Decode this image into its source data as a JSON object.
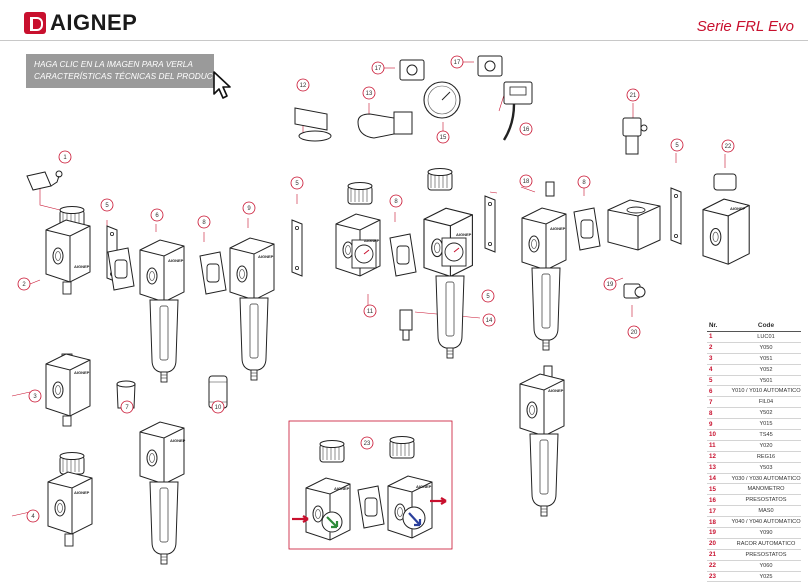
{
  "brand": {
    "name": "AIGNEP",
    "accent": "#c8102e"
  },
  "header": {
    "series": "Serie FRL Evo"
  },
  "banner": {
    "line1": "HAGA CLIC EN LA IMAGEN PARA VERLA",
    "line2": "CARACTERÍSTICAS TÉCNICAS DEL PRODUCTO",
    "icon": "cursor-arrow-icon"
  },
  "part_labels": [
    "1",
    "2",
    "3",
    "4",
    "5",
    "6",
    "7",
    "8",
    "9",
    "10",
    "11",
    "12",
    "13",
    "14",
    "15",
    "16",
    "17",
    "18",
    "19",
    "20",
    "21",
    "22",
    "23"
  ],
  "product_mark": "AIGNEP",
  "table": {
    "headers": {
      "nr": "Nr.",
      "code": "Code"
    },
    "rows": [
      {
        "nr": "1",
        "code": "LUC01"
      },
      {
        "nr": "2",
        "code": "Y050"
      },
      {
        "nr": "3",
        "code": "Y051"
      },
      {
        "nr": "4",
        "code": "Y052"
      },
      {
        "nr": "5",
        "code": "Y501"
      },
      {
        "nr": "6",
        "code": "Y010 / Y010 AUTOMÁTICO"
      },
      {
        "nr": "7",
        "code": "FIL04"
      },
      {
        "nr": "8",
        "code": "Y502"
      },
      {
        "nr": "9",
        "code": "Y015"
      },
      {
        "nr": "10",
        "code": "TS45"
      },
      {
        "nr": "11",
        "code": "Y020"
      },
      {
        "nr": "12",
        "code": "REG16"
      },
      {
        "nr": "13",
        "code": "Y503"
      },
      {
        "nr": "14",
        "code": "Y030 / Y030 AUTOMÁTICO"
      },
      {
        "nr": "15",
        "code": "MANÓMETRO"
      },
      {
        "nr": "16",
        "code": "PRESOSTATOS"
      },
      {
        "nr": "17",
        "code": "MAS0"
      },
      {
        "nr": "18",
        "code": "Y040 / Y040 AUTOMÁTICO"
      },
      {
        "nr": "19",
        "code": "Y090"
      },
      {
        "nr": "20",
        "code": "RACOR AUTOMÁTICO"
      },
      {
        "nr": "21",
        "code": "PRESOSTATOS"
      },
      {
        "nr": "22",
        "code": "Y060"
      },
      {
        "nr": "23",
        "code": "Y025"
      }
    ]
  }
}
